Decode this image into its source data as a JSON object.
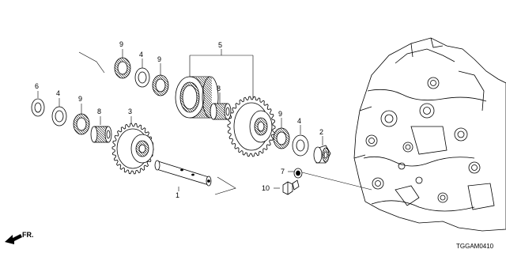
{
  "callouts": {
    "c1": "1",
    "c2": "2",
    "c3": "3",
    "c4a": "4",
    "c4b": "4",
    "c4c": "4",
    "c5": "5",
    "c6": "6",
    "c7": "7",
    "c8a": "8",
    "c8b": "8",
    "c9a": "9",
    "c9b": "9",
    "c9c": "9",
    "c9d": "9",
    "c10": "10"
  },
  "diagram_code": "TGGAM0410",
  "direction_label": "FR.",
  "icons": {
    "direction": "front-arrow-icon"
  }
}
